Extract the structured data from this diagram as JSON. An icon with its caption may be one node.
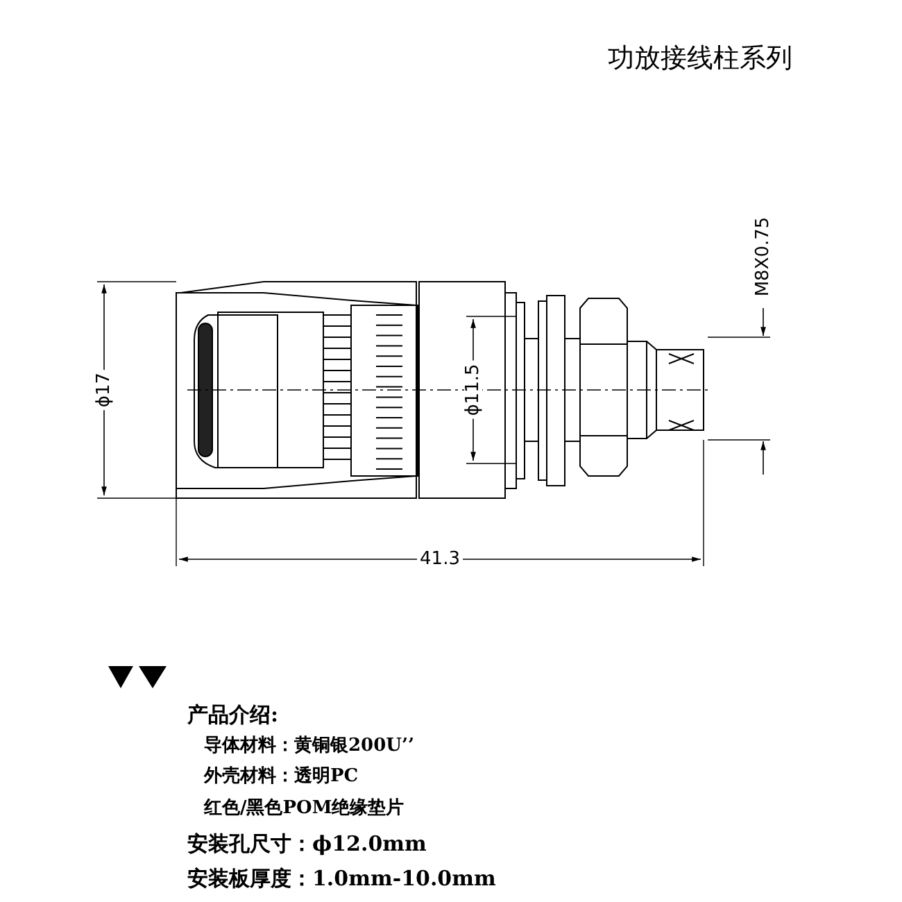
{
  "diagram": {
    "title": "功放接线柱系列",
    "labels": [
      "ϕ17",
      "ϕ11.5",
      "M8X0.75",
      "41.3",
      "产品介绍:",
      "导体材料：黄铜银200U’’",
      "外壳材料：透明PC",
      "红色/黑色POM绝缘垫片",
      "安装孔尺寸：ϕ12.0mm",
      "安装板厚度：1.0mm-10.0mm"
    ]
  }
}
